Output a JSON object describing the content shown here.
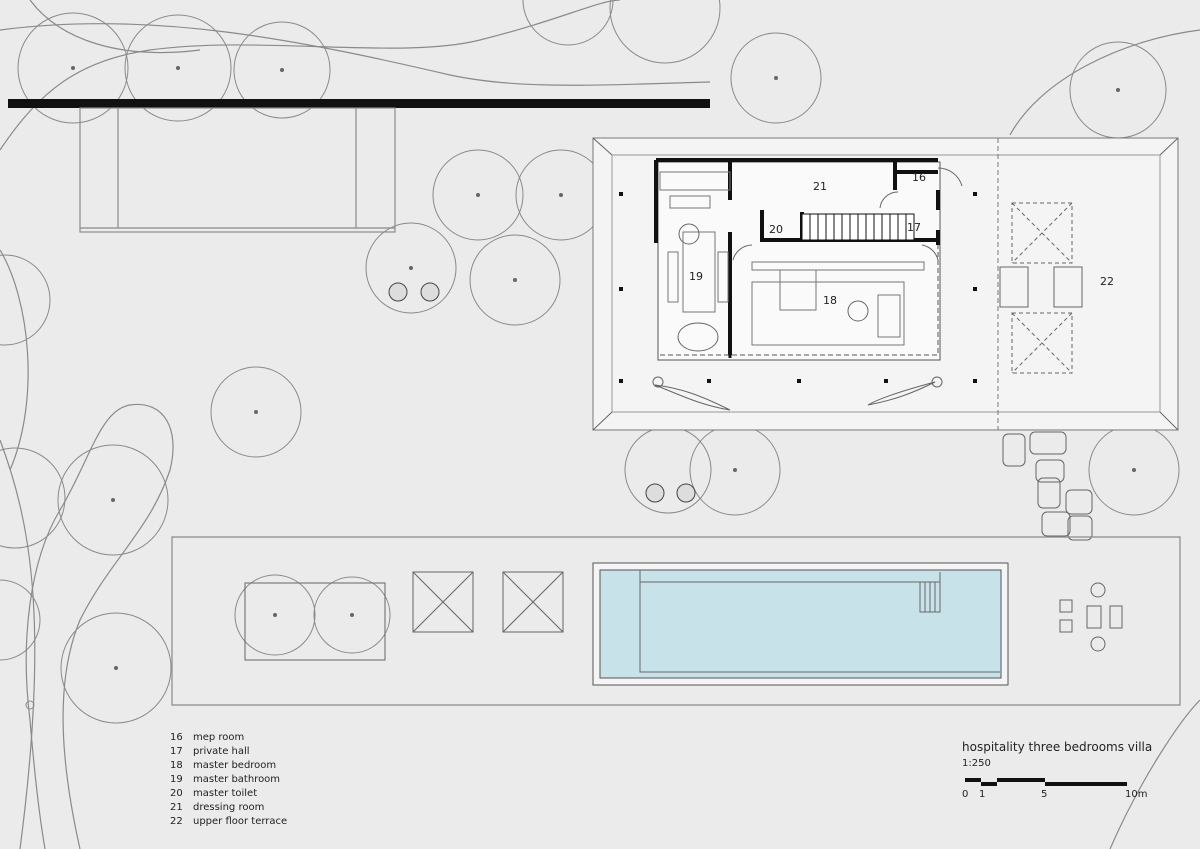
{
  "rooms": {
    "r16": "16",
    "r17": "17",
    "r18": "18",
    "r19": "19",
    "r20": "20",
    "r21": "21",
    "r22": "22"
  },
  "legend": [
    {
      "num": "16",
      "name": "mep room"
    },
    {
      "num": "17",
      "name": "private hall"
    },
    {
      "num": "18",
      "name": "master bedroom"
    },
    {
      "num": "19",
      "name": "master bathroom"
    },
    {
      "num": "20",
      "name": "master toilet"
    },
    {
      "num": "21",
      "name": "dressing room"
    },
    {
      "num": "22",
      "name": "upper floor terrace"
    }
  ],
  "title": {
    "name": "hospitality three bedrooms villa",
    "scale": "1:250"
  },
  "scalebar": {
    "t0": "0",
    "t1": "1",
    "t5": "5",
    "t10": "10m"
  },
  "colors": {
    "background": "#ebebeb",
    "pool": "#c8e2ea",
    "walls": "#111111"
  }
}
